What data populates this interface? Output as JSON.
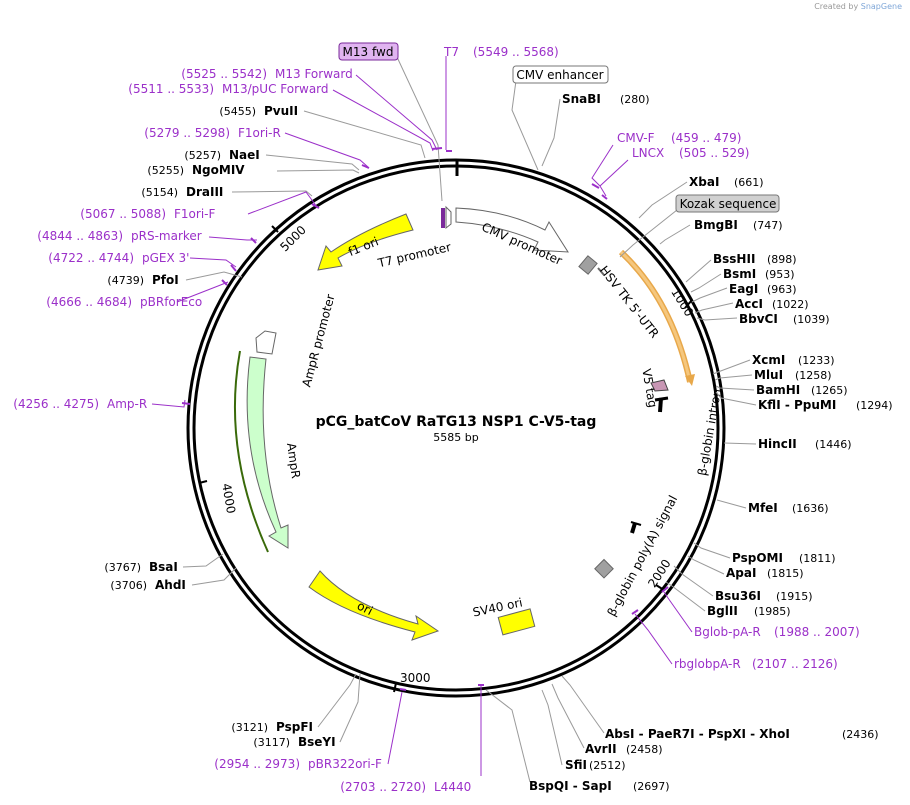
{
  "header": {
    "credit_text": "Created by",
    "brand": "SnapGene"
  },
  "plasmid": {
    "name": "pCG_batCoV RaTG13 NSP1 C-V5-tag",
    "length_label": "5585 bp"
  },
  "ticks": [
    "1000",
    "2000",
    "3000",
    "4000",
    "5000"
  ],
  "features": [
    {
      "id": "f1ori",
      "label": "f1 ori",
      "color": "#ffff00"
    },
    {
      "id": "t7promoter",
      "label": "T7 promoter",
      "color": "#ffffff"
    },
    {
      "id": "cmvpromoter",
      "label": "CMV promoter",
      "color": "#ffffff"
    },
    {
      "id": "hsvtk",
      "label": "HSV TK 5'-UTR",
      "color": "#a0a0a0"
    },
    {
      "id": "v5tag",
      "label": "V5 tag",
      "color": "#c896b4"
    },
    {
      "id": "bglobin",
      "label": "β-globin intron",
      "color": "#000000"
    },
    {
      "id": "polya",
      "label": "β-globin poly(A) signal",
      "color": "#000000"
    },
    {
      "id": "sv40ori",
      "label": "SV40 ori",
      "color": "#ffff00"
    },
    {
      "id": "ori",
      "label": "ori",
      "color": "#ffff00"
    },
    {
      "id": "ampr",
      "label": "AmpR",
      "color": "#ccffcc"
    },
    {
      "id": "amprpromoter",
      "label": "AmpR promoter",
      "color": "#ffffff"
    },
    {
      "id": "nsp1",
      "label": "",
      "color": "#f5c77e"
    }
  ],
  "boxed_labels": [
    {
      "id": "m13fwd",
      "text": "M13 fwd",
      "fill": "#e0b4f0",
      "stroke": "#7a2a9a"
    },
    {
      "id": "cmvenh",
      "text": "CMV enhancer",
      "fill": "#ffffff",
      "stroke": "#777777"
    },
    {
      "id": "kozak",
      "text": "Kozak sequence",
      "fill": "#d0d0d0",
      "stroke": "#777777"
    }
  ],
  "primers_top": [
    {
      "id": "t7",
      "name": "T7",
      "range": "(5549 .. 5568)"
    }
  ],
  "left_labels": [
    {
      "id": "m13f",
      "range": "(5525 .. 5542)",
      "name": "M13 Forward",
      "type": "primer"
    },
    {
      "id": "m13puc",
      "range": "(5511 .. 5533)",
      "name": "M13/pUC Forward",
      "type": "primer"
    },
    {
      "id": "pvuii",
      "range": "(5455)",
      "name": "PvuII",
      "type": "enzyme"
    },
    {
      "id": "f1orir",
      "range": "(5279 .. 5298)",
      "name": "F1ori-R",
      "type": "primer"
    },
    {
      "id": "naei",
      "range": "(5257)",
      "name": "NaeI",
      "type": "enzyme"
    },
    {
      "id": "ngomiv",
      "range": "(5255)",
      "name": "NgoMIV",
      "type": "enzyme"
    },
    {
      "id": "draiii",
      "range": "(5154)",
      "name": "DraIII",
      "type": "enzyme"
    },
    {
      "id": "f1orif",
      "range": "(5067 .. 5088)",
      "name": "F1ori-F",
      "type": "primer"
    },
    {
      "id": "prs",
      "range": "(4844 .. 4863)",
      "name": "pRS-marker",
      "type": "primer"
    },
    {
      "id": "pgex",
      "range": "(4722 .. 4744)",
      "name": "pGEX 3'",
      "type": "primer"
    },
    {
      "id": "pfoi",
      "range": "(4739)",
      "name": "PfoI",
      "type": "enzyme"
    },
    {
      "id": "pbrfor",
      "range": "(4666 .. 4684)",
      "name": "pBRforEco",
      "type": "primer"
    },
    {
      "id": "ampr_p",
      "range": "(4256 .. 4275)",
      "name": "Amp-R",
      "type": "primer"
    },
    {
      "id": "bsai",
      "range": "(3767)",
      "name": "BsaI",
      "type": "enzyme"
    },
    {
      "id": "ahdi",
      "range": "(3706)",
      "name": "AhdI",
      "type": "enzyme"
    },
    {
      "id": "pspfi",
      "range": "(3121)",
      "name": "PspFI",
      "type": "enzyme"
    },
    {
      "id": "bseyi",
      "range": "(3117)",
      "name": "BseYI",
      "type": "enzyme"
    },
    {
      "id": "pbr322",
      "range": "(2954 .. 2973)",
      "name": "pBR322ori-F",
      "type": "primer"
    },
    {
      "id": "l4440",
      "range": "(2703 .. 2720)",
      "name": "L4440",
      "type": "primer"
    }
  ],
  "right_labels": [
    {
      "id": "snabi",
      "name": "SnaBI",
      "range": "(280)",
      "type": "enzyme"
    },
    {
      "id": "cmvf",
      "name": "CMV-F",
      "range": "(459 .. 479)",
      "type": "primer"
    },
    {
      "id": "lncx",
      "name": "LNCX",
      "range": "(505 .. 529)",
      "type": "primer"
    },
    {
      "id": "xbai",
      "name": "XbaI",
      "range": "(661)",
      "type": "enzyme"
    },
    {
      "id": "bmgbi",
      "name": "BmgBI",
      "range": "(747)",
      "type": "enzyme"
    },
    {
      "id": "bsshii",
      "name": "BssHII",
      "range": "(898)",
      "type": "enzyme"
    },
    {
      "id": "bsmi",
      "name": "BsmI",
      "range": "(953)",
      "type": "enzyme"
    },
    {
      "id": "eagi",
      "name": "EagI",
      "range": "(963)",
      "type": "enzyme"
    },
    {
      "id": "acci",
      "name": "AccI",
      "range": "(1022)",
      "type": "enzyme"
    },
    {
      "id": "bbvci",
      "name": "BbvCI",
      "range": "(1039)",
      "type": "enzyme"
    },
    {
      "id": "xcmi",
      "name": "XcmI",
      "range": "(1233)",
      "type": "enzyme"
    },
    {
      "id": "mlui",
      "name": "MluI",
      "range": "(1258)",
      "type": "enzyme"
    },
    {
      "id": "bamhi",
      "name": "BamHI",
      "range": "(1265)",
      "type": "enzyme"
    },
    {
      "id": "kfli",
      "name": "KflI  -  PpuMI",
      "range": "(1294)",
      "type": "enzyme"
    },
    {
      "id": "hincii",
      "name": "HincII",
      "range": "(1446)",
      "type": "enzyme"
    },
    {
      "id": "mfei",
      "name": "MfeI",
      "range": "(1636)",
      "type": "enzyme"
    },
    {
      "id": "pspomi",
      "name": "PspOMI",
      "range": "(1811)",
      "type": "enzyme"
    },
    {
      "id": "apai",
      "name": "ApaI",
      "range": "(1815)",
      "type": "enzyme"
    },
    {
      "id": "bsu36i",
      "name": "Bsu36I",
      "range": "(1915)",
      "type": "enzyme"
    },
    {
      "id": "bglii",
      "name": "BglII",
      "range": "(1985)",
      "type": "enzyme"
    },
    {
      "id": "bglob",
      "name": "Bglob-pA-R",
      "range": "(1988 .. 2007)",
      "type": "primer"
    },
    {
      "id": "rbglob",
      "name": "rbglobpA-R",
      "range": "(2107 .. 2126)",
      "type": "primer"
    }
  ],
  "bottom_labels": [
    {
      "id": "absi",
      "text": "AbsI  -  PaeR7I  -  PspXI  -  XhoI",
      "range": "(2436)"
    },
    {
      "id": "avrii",
      "text": "AvrII",
      "range": "(2458)"
    },
    {
      "id": "sfii",
      "text": "SfiI",
      "range": "(2512)"
    },
    {
      "id": "bspqi",
      "text": "BspQI  -  SapI",
      "range": "(2697)"
    }
  ]
}
